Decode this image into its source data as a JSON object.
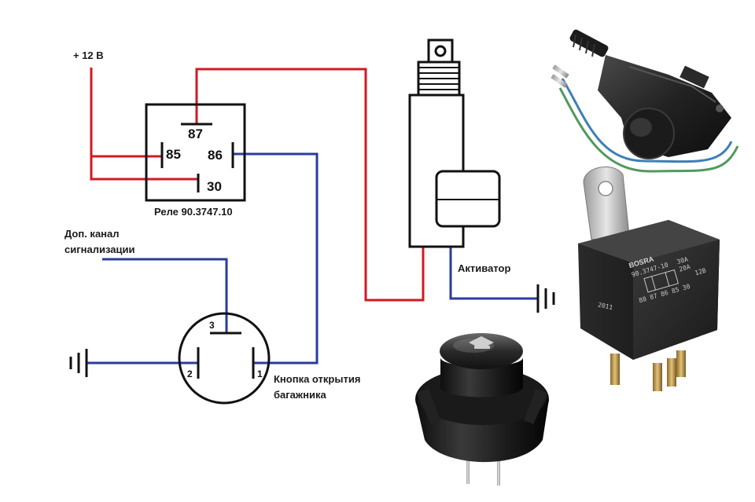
{
  "colors": {
    "positive_wire": "#d11a24",
    "signal_wire": "#2a3c9c",
    "ink": "#111111"
  },
  "labels": {
    "supply": "+ 12 В",
    "relay_name": "Реле 90.3747.10",
    "alarm_line1": "Доп. канал",
    "alarm_line2": "сигнализации",
    "activator": "Активатор",
    "button_line1": "Кнопка открытия",
    "button_line2": "багажника"
  },
  "relay_pins": {
    "p87": "87",
    "p85": "85",
    "p86": "86",
    "p30": "30"
  },
  "switch_pins": {
    "s1": "1",
    "s2": "2",
    "s3": "3"
  },
  "relay_photo": {
    "brand": "BOSRA",
    "model": "90.3747-10",
    "amp1": "30A",
    "amp2": "20A",
    "volt": "12В",
    "pins": "88  87  86  85  30",
    "year": "2011"
  },
  "icons": {
    "ground_left": "ground-symbol-icon",
    "ground_right": "ground-symbol-icon",
    "trunk": "trunk-open-icon"
  }
}
